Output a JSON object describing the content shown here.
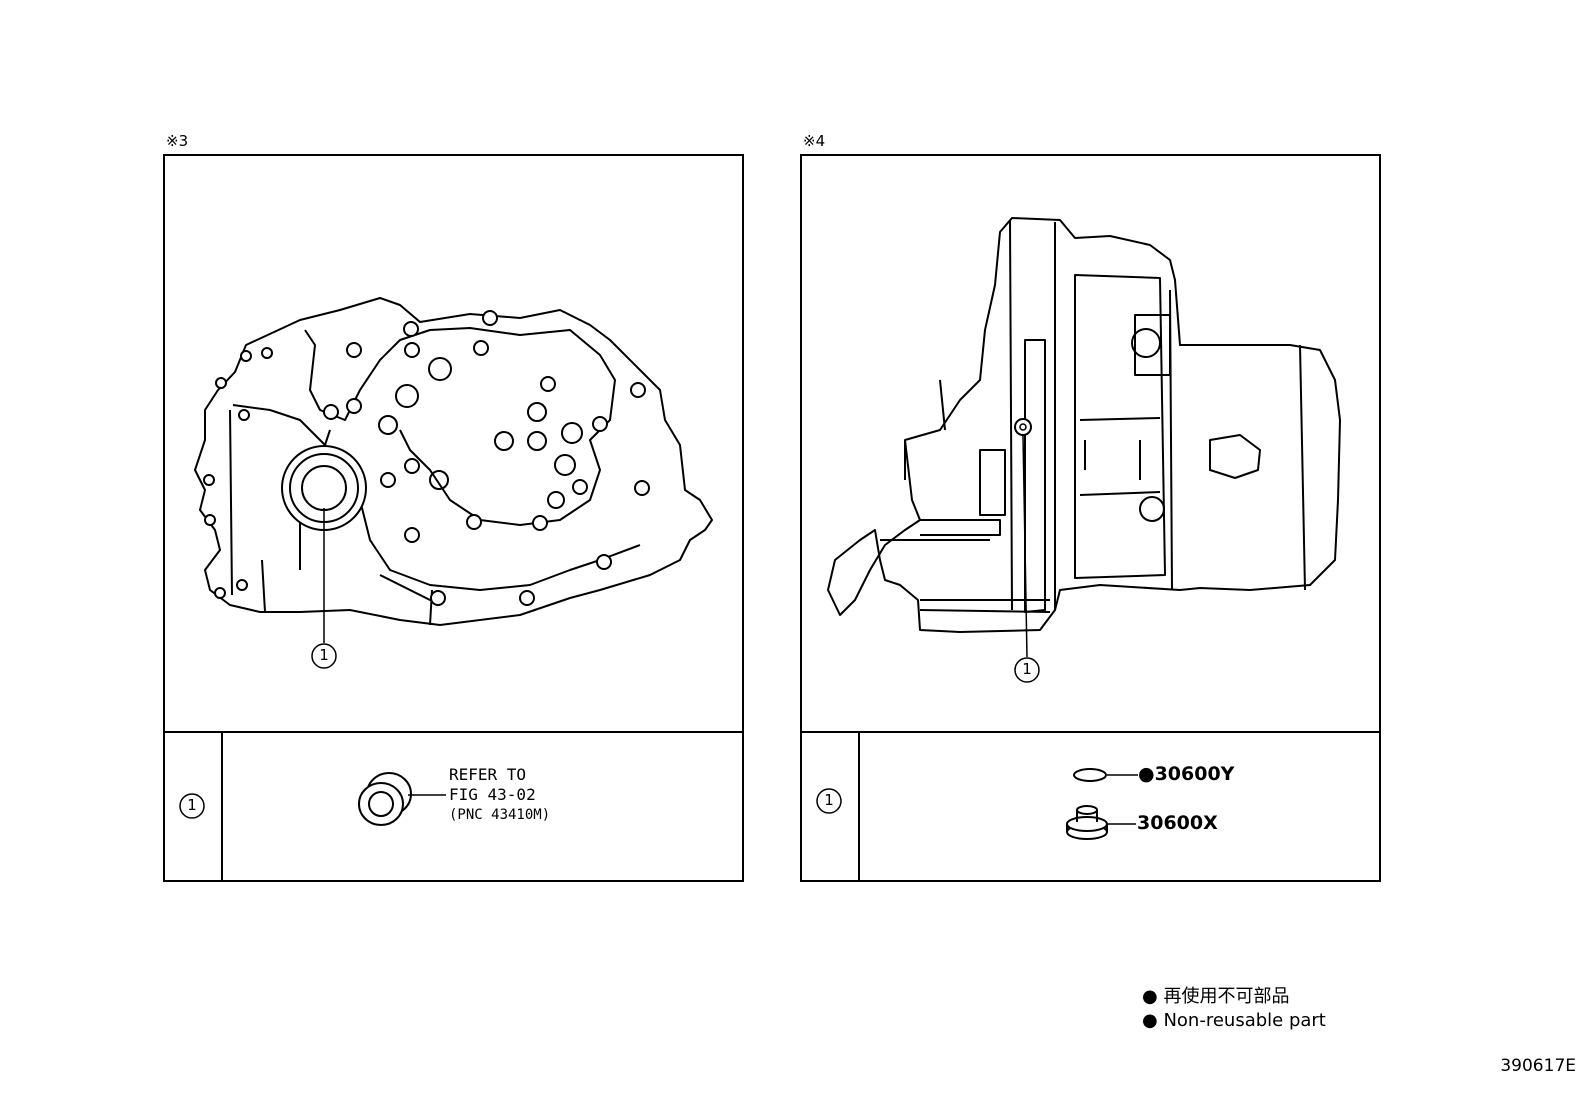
{
  "figures": [
    {
      "note": "※3",
      "callout": "1",
      "row_index": "1",
      "ref_lines": [
        "REFER TO",
        "FIG 43-02",
        "(PNC 43410M)"
      ]
    },
    {
      "note": "※4",
      "callout": "1",
      "row_index": "1",
      "parts": [
        "●30600Y",
        "30600X"
      ]
    }
  ],
  "legend": {
    "items": [
      {
        "symbol": "●",
        "text": "再使用不可部品"
      },
      {
        "symbol": "●",
        "text": "Non-reusable part"
      }
    ]
  },
  "figure_id": "390617E"
}
